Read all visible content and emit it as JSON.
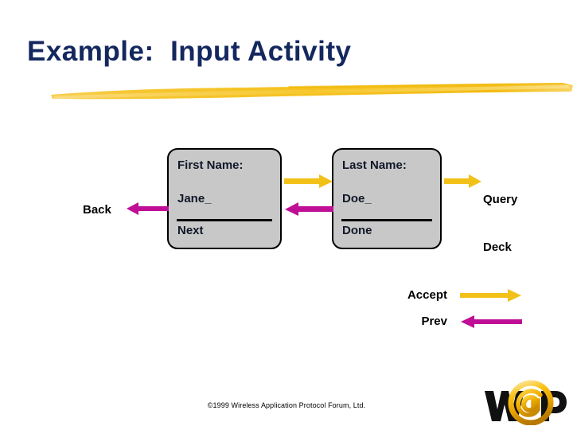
{
  "slide": {
    "title": "Example:  Input Activity",
    "title_color": "#14285f",
    "rule_color": "#f5c11e",
    "background": "#ffffff"
  },
  "cards": [
    {
      "id": "first-name",
      "prompt": "First Name:",
      "value": "Jane_",
      "softkey": "Next",
      "fill_color": "#c8c8c8"
    },
    {
      "id": "last-name",
      "prompt": "Last Name:",
      "value": "Doe_",
      "softkey": "Done",
      "fill_color": "#c8c8c8"
    }
  ],
  "labels": {
    "back": "Back",
    "query_deck_line1": "Query",
    "query_deck_line2": "Deck"
  },
  "legend": {
    "accept_label": "Accept",
    "prev_label": "Prev",
    "accept_color": "#f2c118",
    "prev_color": "#bf0f96"
  },
  "arrows": {
    "back": "arrow-left-magenta",
    "accept_between_cards": "arrow-right-yellow",
    "prev_between_cards": "arrow-left-magenta",
    "query_deck": "arrow-right-yellow",
    "legend_accept": "arrow-right-yellow",
    "legend_prev": "arrow-left-magenta"
  },
  "footer": {
    "copyright": "©1999 Wireless Application Protocol Forum, Ltd.",
    "logo_text": "W@P"
  }
}
